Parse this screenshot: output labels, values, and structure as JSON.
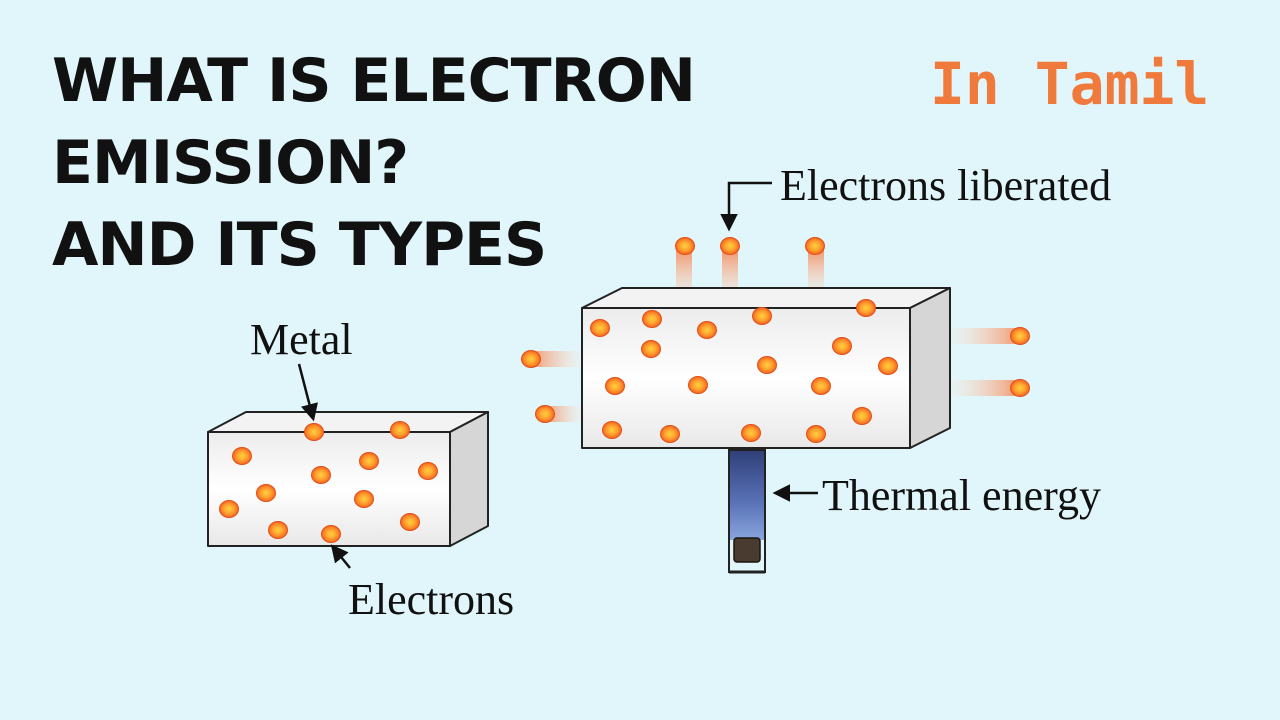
{
  "title": {
    "line1": "WHAT IS ELECTRON",
    "line2": "EMISSION?",
    "line3": "AND ITS TYPES"
  },
  "tag": {
    "text": "In Tamil",
    "color": "#f07a3c"
  },
  "labels": {
    "metal": "Metal",
    "electrons": "Electrons",
    "electrons_liberated": "Electrons liberated",
    "thermal_energy": "Thermal energy"
  },
  "colors": {
    "background": "#e0f6fb",
    "electron": "#f5641e",
    "electron_glow": "#ffd23c",
    "emission_trail": "#f7a27a",
    "flame": "#4b5e9a"
  },
  "icons": {
    "electron": "electron-dot",
    "arrow": "pointer-arrow",
    "heat_source": "burner"
  }
}
